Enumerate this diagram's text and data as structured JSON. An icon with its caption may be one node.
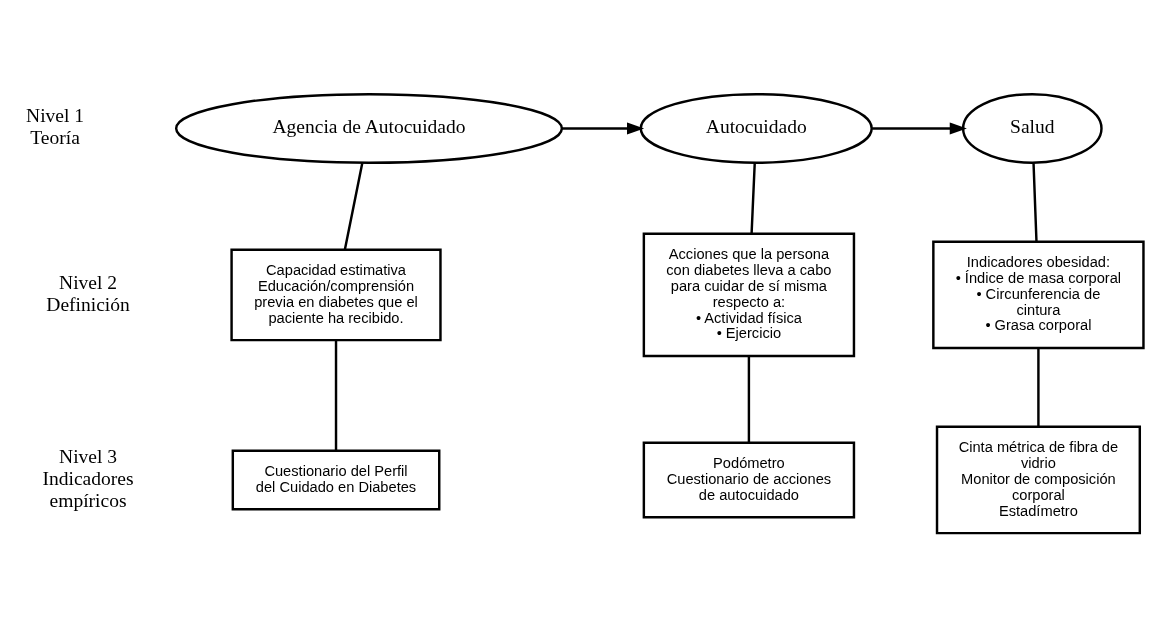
{
  "diagram": {
    "nodes": [
      {
        "text": [
          "Agencia de Autocuidado"
        ]
      },
      {
        "text": [
          "Autocuidado"
        ]
      },
      {
        "text": [
          "Salud"
        ]
      },
      {
        "text": [
          "Capacidad estimativa",
          "Educación/comprensión previa en diabetes que el paciente ha recibido."
        ]
      },
      {
        "text": [
          "Acciones que la persona con diabetes lleva a cabo para cuidar de sí misma respecto a:",
          "• Actividad física",
          "• Ejercicio"
        ]
      },
      {
        "text": [
          "Indicadores obesidad:",
          "• Índice de masa corporal",
          "• Circunferencia de cintura",
          "• Grasa corporal"
        ]
      },
      {
        "text": [
          "Cuestionario del Perfil del Cuidado en Diabetes"
        ]
      },
      {
        "text": [
          "Podómetro",
          "Cuestionario de acciones de autocuidado"
        ]
      },
      {
        "text": [
          "Cinta métrica de fibra de vidrio",
          "Monitor de composición corporal",
          "Estadímetro"
        ]
      }
    ],
    "edges": [
      {
        "from": 0,
        "to": 1,
        "arrow": "to"
      },
      {
        "from": 1,
        "to": 2,
        "arrow": "to"
      },
      {
        "from": 0,
        "to": 3,
        "arrow": "none"
      },
      {
        "from": 1,
        "to": 4,
        "arrow": "none"
      },
      {
        "from": 2,
        "to": 5,
        "arrow": "none"
      },
      {
        "from": 3,
        "to": 6,
        "arrow": "none"
      },
      {
        "from": 4,
        "to": 7,
        "arrow": "none"
      },
      {
        "from": 5,
        "to": 8,
        "arrow": "none"
      }
    ],
    "labels": [
      "Nivel 1",
      "Teoría",
      "Nivel 2",
      "Definición",
      "Nivel 3",
      "Indicadores empíricos"
    ]
  }
}
